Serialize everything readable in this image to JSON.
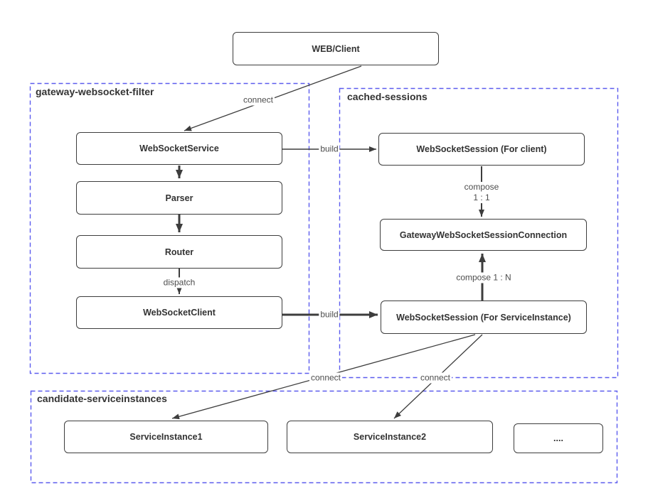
{
  "containers": {
    "gateway_websocket_filter": {
      "label": "gateway-websocket-filter"
    },
    "cached_sessions": {
      "label": "cached-sessions"
    },
    "candidate_serviceinstances": {
      "label": "candidate-serviceinstances"
    }
  },
  "nodes": {
    "web_client": {
      "label": "WEB/Client"
    },
    "websocket_service": {
      "label": "WebSocketService"
    },
    "parser": {
      "label": "Parser"
    },
    "router": {
      "label": "Router"
    },
    "websocket_client": {
      "label": "WebSocketClient"
    },
    "ws_session_client": {
      "label": "WebSocketSession (For client)"
    },
    "gateway_ws_session_connection": {
      "label": "GatewayWebSocketSessionConnection"
    },
    "ws_session_serviceinstance": {
      "label": "WebSocketSession (For ServiceInstance)"
    },
    "service_instance_1": {
      "label": "ServiceInstance1"
    },
    "service_instance_2": {
      "label": "ServiceInstance2"
    },
    "more_instances": {
      "label": "...."
    }
  },
  "edges": {
    "client_connect": {
      "label": "connect"
    },
    "build_client_session": {
      "label": "build"
    },
    "dispatch": {
      "label": "dispatch"
    },
    "build_service_session": {
      "label": "build"
    },
    "compose_1_1": {
      "label_line1": "compose",
      "label_line2": "1 : 1"
    },
    "compose_1_n": {
      "label": "compose 1 : N"
    },
    "connect_instance_1": {
      "label": "connect"
    },
    "connect_instance_2": {
      "label": "connect"
    }
  },
  "colors": {
    "container_border": "#5b5bee",
    "node_border": "#3d3d3d",
    "edge_line": "#3d3d3d",
    "node_text": "#333333",
    "edge_label_text": "#4d4d4d",
    "background": "#ffffff"
  }
}
